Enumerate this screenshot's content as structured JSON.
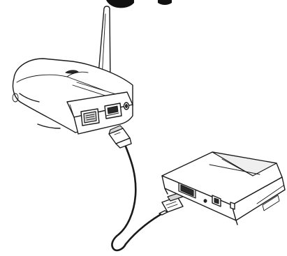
{
  "figure": {
    "devices": [
      "wireless-camera",
      "router-hub"
    ],
    "connection": "ethernet-cable",
    "connector_icon": "rj45-plug-icon"
  },
  "colors": {
    "line": "#1a1a1a",
    "fill": "#ffffff",
    "shade": "#d6d6d6",
    "dark": "#2a2a2a"
  }
}
